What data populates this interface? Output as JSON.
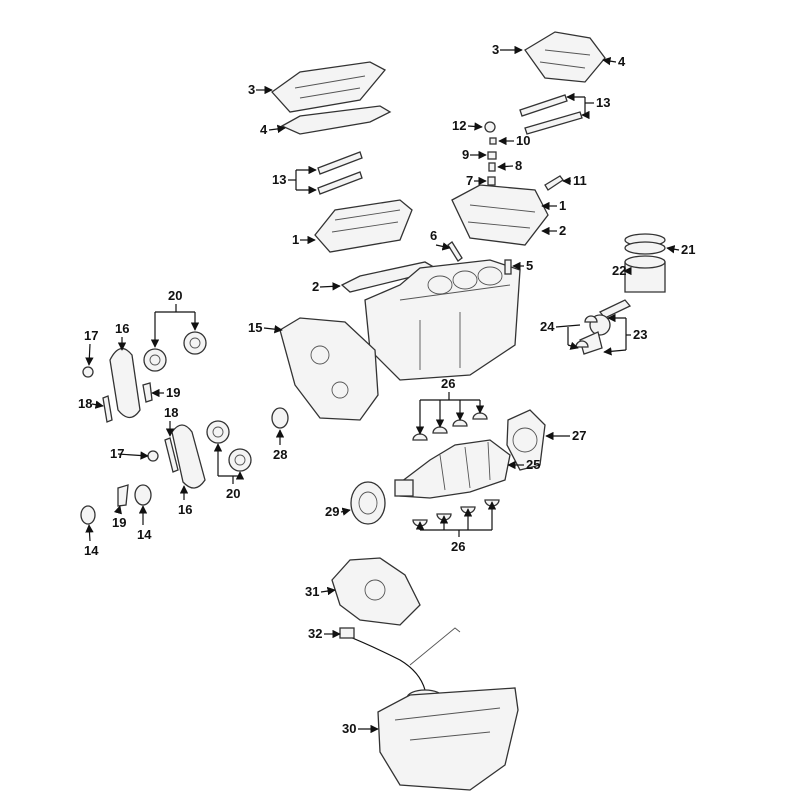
{
  "diagram": {
    "type": "exploded-parts-diagram",
    "callouts": [
      "3",
      "4",
      "13",
      "1",
      "2",
      "15",
      "3",
      "4",
      "13",
      "12",
      "10",
      "9",
      "8",
      "7",
      "11",
      "1",
      "2",
      "6",
      "5",
      "21",
      "22",
      "23",
      "24",
      "26",
      "27",
      "25",
      "29",
      "26",
      "31",
      "32",
      "30",
      "20",
      "17",
      "16",
      "19",
      "18",
      "18",
      "17",
      "16",
      "20",
      "28",
      "19",
      "14",
      "14"
    ]
  }
}
